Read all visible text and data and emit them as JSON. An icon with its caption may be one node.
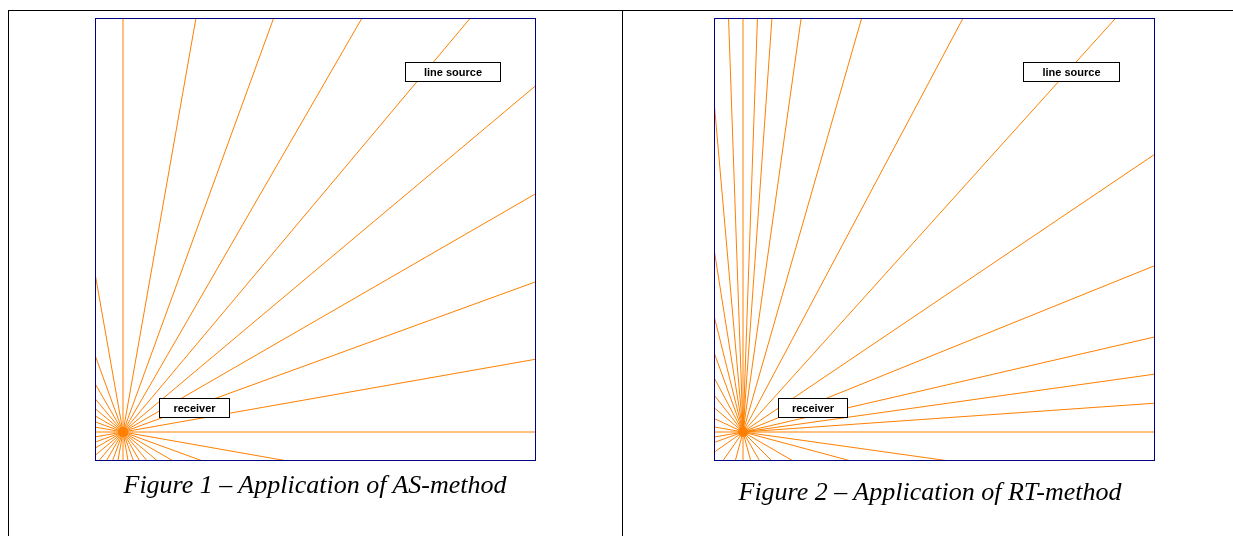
{
  "diagram": {
    "nodes": [
      {
        "text": [
          "line source"
        ]
      },
      {
        "text": [
          "receiver"
        ]
      },
      {
        "text": [
          "line source"
        ]
      },
      {
        "text": [
          "receiver"
        ]
      }
    ],
    "labels": [
      "Figure 1 – Application of AS-method",
      "Figure 2 – Application of RT-method"
    ]
  }
}
